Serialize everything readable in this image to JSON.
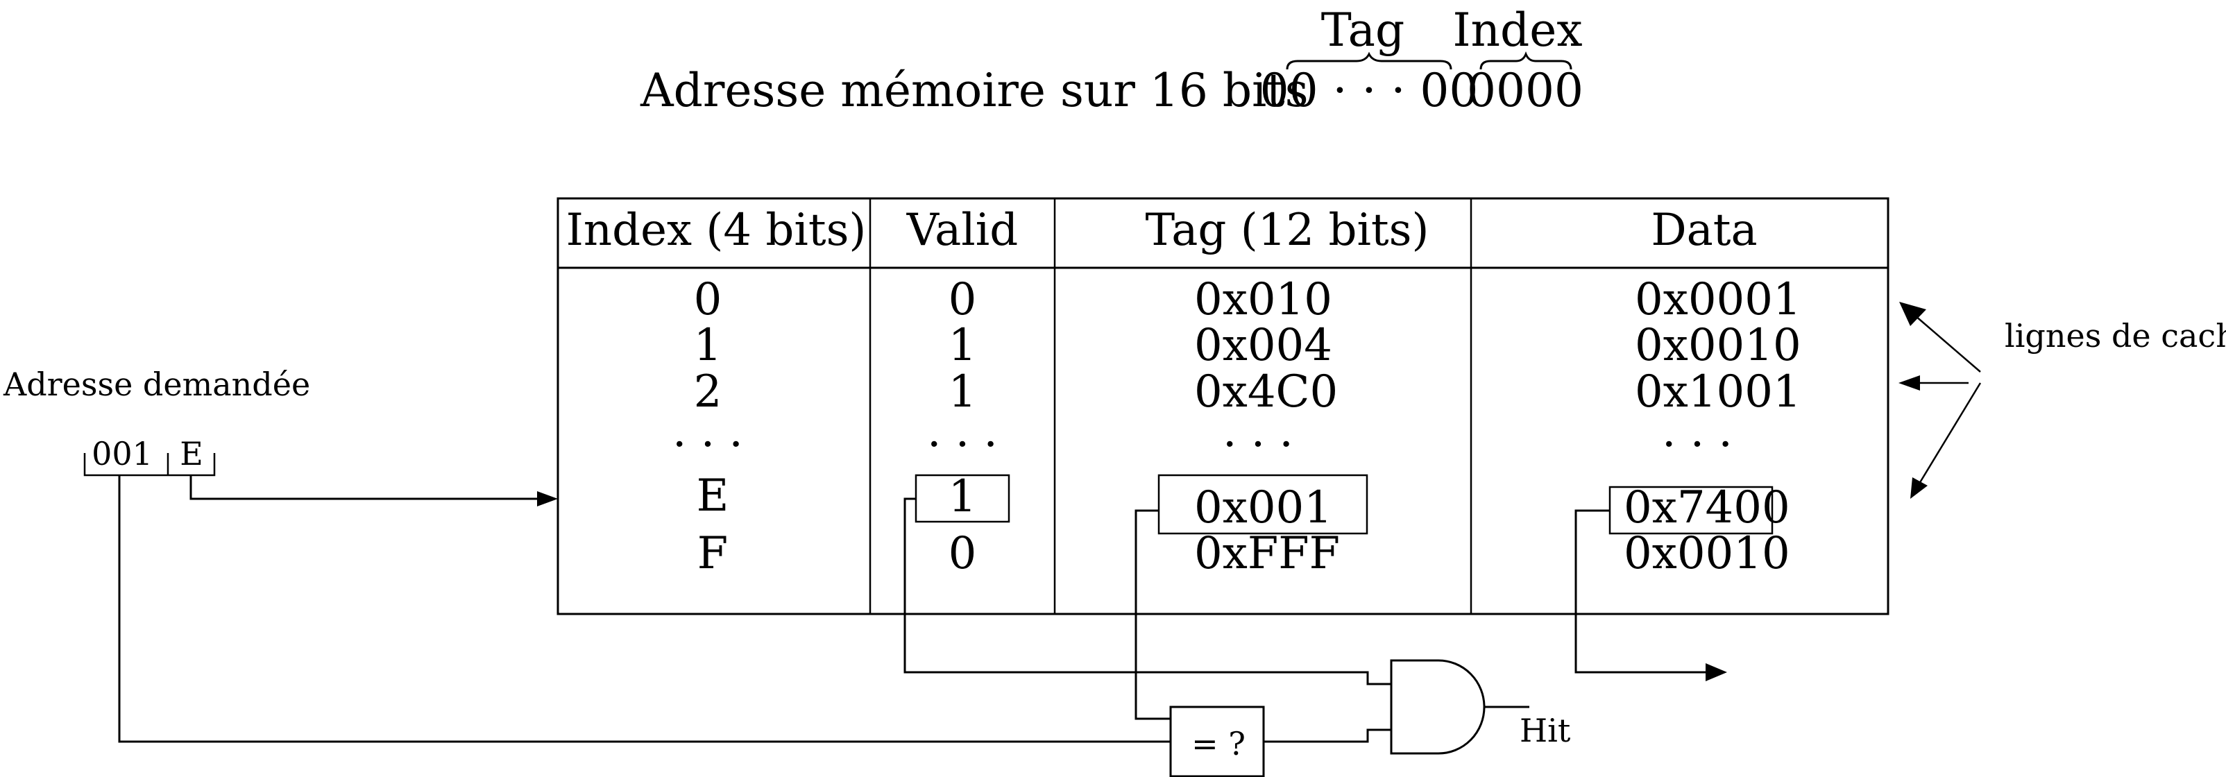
{
  "title": {
    "label": "Adresse mémoire sur 16 bits",
    "tag_bits": "00 · · · 00",
    "index_bits": "0000",
    "tag_label": "Tag",
    "index_label": "Index"
  },
  "table": {
    "headers": [
      "Index (4 bits)",
      "Valid",
      "Tag (12 bits)",
      "Data"
    ],
    "rows": [
      {
        "index": "0",
        "valid": "0",
        "tag": "0x010",
        "data": "0x0001"
      },
      {
        "index": "1",
        "valid": "1",
        "tag": "0x004",
        "data": "0x0010"
      },
      {
        "index": "2",
        "valid": "1",
        "tag": "0x4C0",
        "data": "0x1001"
      },
      {
        "index": "· · ·",
        "valid": "· · ·",
        "tag": "· · ·",
        "data": "· · ·"
      },
      {
        "index": "E",
        "valid": "1",
        "tag": "0x001",
        "data": "0x7400"
      },
      {
        "index": "F",
        "valid": "0",
        "tag": "0xFFF",
        "data": "0x0010"
      }
    ],
    "highlighted_row": "E"
  },
  "requested_address": {
    "label": "Adresse demandée",
    "tag_part": "001",
    "index_part": "E"
  },
  "cache_lines_label": "lignes de cache",
  "comparator_label": "= ?",
  "and_gate_output_label": "Hit"
}
